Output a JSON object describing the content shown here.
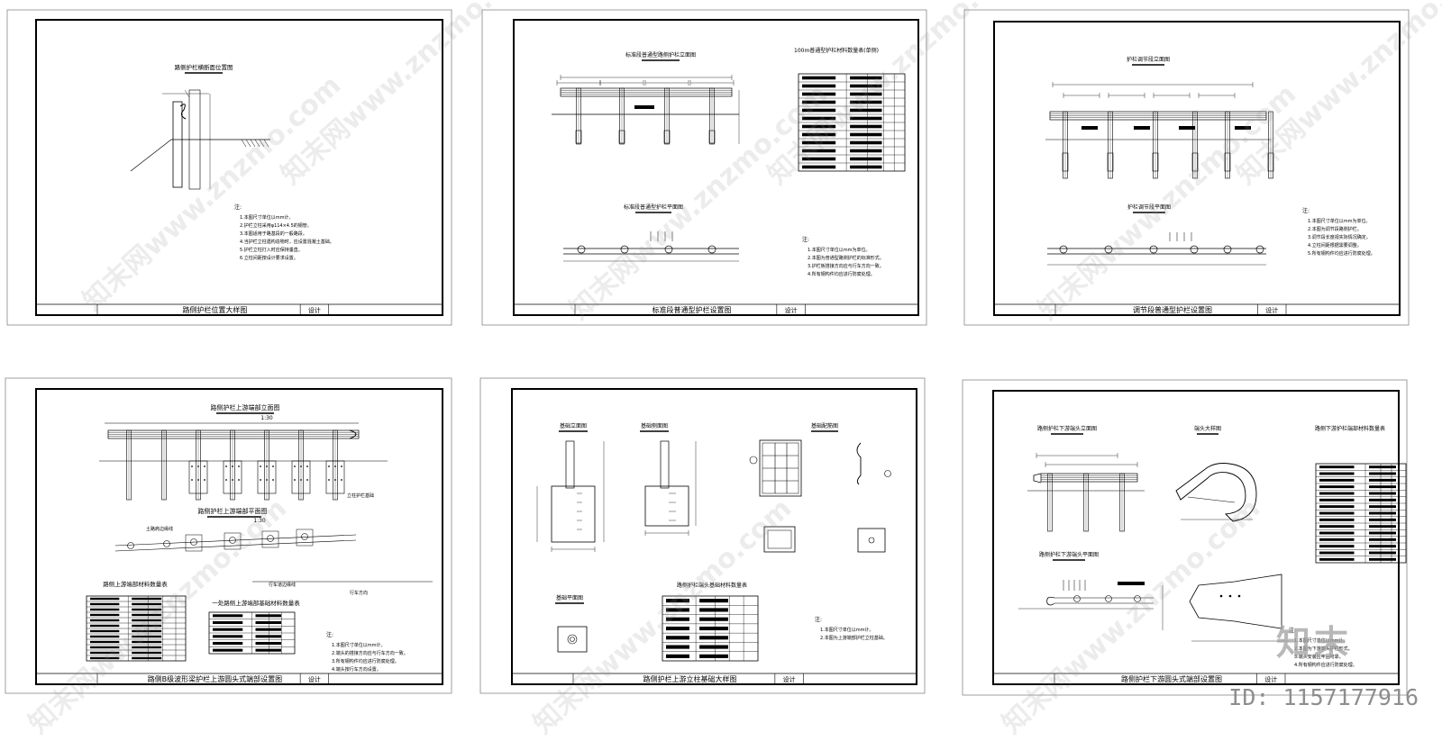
{
  "sheets": [
    {
      "title": "路侧护栏位置大样图",
      "design_label": "设计",
      "views": [
        "路侧护栏横断面位置图"
      ],
      "notes_heading": "注:",
      "notes": [
        "1.本图尺寸单位以mm计。",
        "2.护栏立柱采用φ114×4.5的钢管。",
        "3.本图适用于路基段的一般路段。",
        "4.当护栏立柱遇构造物时，应设置混凝土基础。",
        "5.护栏立柱打入时应保持垂直。",
        "6.立柱间距按设计要求设置。"
      ]
    },
    {
      "title": "标准段普通型护栏设置图",
      "design_label": "设计",
      "views": [
        "标准段普通型路侧护栏立面图",
        "标准段普通型护栏平面图"
      ],
      "table_title": "100m普通型护栏材料数量表(单侧)",
      "notes_heading": "注:",
      "notes": [
        "1.本图尺寸单位以mm为单位。",
        "2.本图为普通型路侧护栏的标准形式。",
        "3.护栏板搭接方向应与行车方向一致。",
        "4.所有钢构件均应进行防腐处理。"
      ]
    },
    {
      "title": "调节段普通型护栏设置图",
      "design_label": "设计",
      "views": [
        "护栏调节段立面图",
        "护栏调节段平面图"
      ],
      "notes_heading": "注:",
      "notes": [
        "1.本图尺寸单位以mm为单位。",
        "2.本图为调节段路侧护栏。",
        "3.调节段长度视实际情况确定。",
        "4.立柱间距根据需要调整。",
        "5.所有钢构件均应进行防腐处理。"
      ]
    },
    {
      "title": "路侧B级波形梁护栏上游圆头式端部设置图",
      "design_label": "设计",
      "views": [
        "路侧护栏上游端部立面图",
        "路侧护栏上游端部平面图"
      ],
      "scale_elev": "1:30",
      "scale_plan": "1:30",
      "labels": [
        "土路肩边缘线",
        "行车道边缘线",
        "行车方向",
        "立柱护栏基础"
      ],
      "table_title_1": "路侧上游端部材料数量表",
      "table_title_2": "一处路侧上游端部基础材料数量表",
      "notes_heading": "注:",
      "notes": [
        "1.本图尺寸单位以mm计。",
        "2.端头的搭接方向应与行车方向一致。",
        "3.所有钢构件均应进行防腐处理。",
        "4.端头按行车方向设置。"
      ]
    },
    {
      "title": "路侧护栏上游立柱基础大样图",
      "design_label": "设计",
      "views": [
        "基础立面图",
        "基础侧面图",
        "基础配筋图",
        "基础平面图"
      ],
      "table_title": "路侧护栏端头基础材料数量表",
      "notes_heading": "注:",
      "notes": [
        "1.本图尺寸单位以mm计。",
        "2.本图为上游端部护栏立柱基础。"
      ]
    },
    {
      "title": "路侧护栏下游圆头式端部设置图",
      "design_label": "设计",
      "views": [
        "路侧护栏下游端头立面图",
        "端头大样图",
        "路侧护栏下游端头平面图"
      ],
      "table_title": "路侧下游护栏端部材料数量表",
      "notes_heading": "注:",
      "notes": [
        "1.本图尺寸单位以mm计。",
        "2.本图为下游端头护栏形式。",
        "3.端头安装应牢固可靠。",
        "4.所有钢构件应进行防腐处理。"
      ]
    }
  ],
  "watermark_text": "知末网www.znzmo.com",
  "brand": "知末",
  "id_label": "ID: 1157177916",
  "colors": {
    "line": "#000000",
    "frame": "#999999",
    "watermark": "#bbbbbb"
  }
}
